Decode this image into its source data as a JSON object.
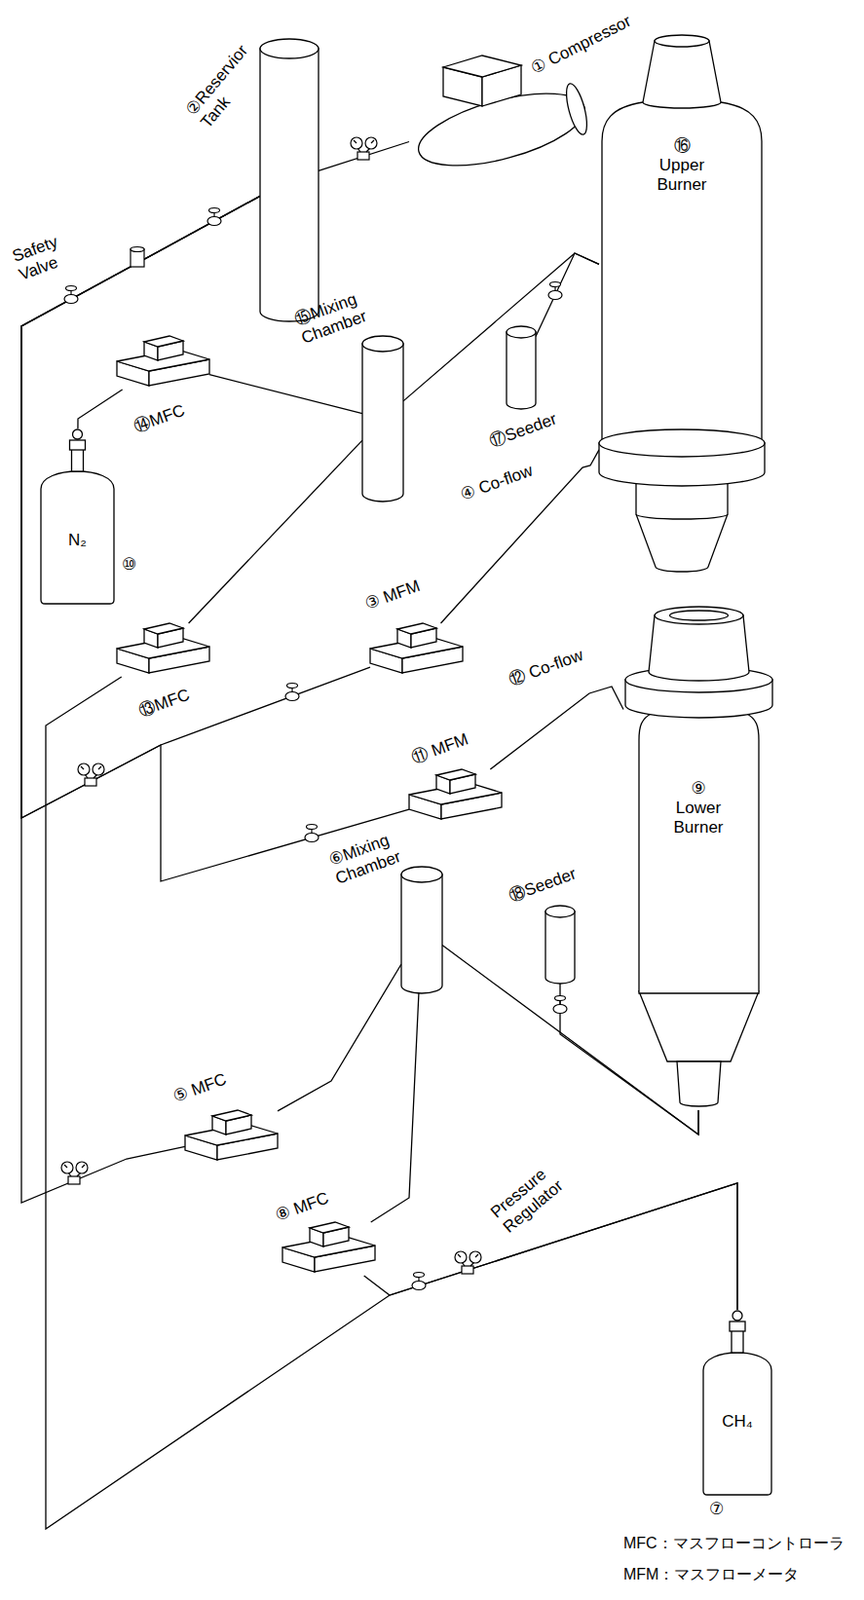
{
  "diagram": {
    "nodes": [
      {
        "text": [
          "① Compressor"
        ]
      },
      {
        "text": [
          "②Reservior Tank"
        ]
      },
      {
        "text": [
          "⑮Mixing Chamber"
        ]
      },
      {
        "text": [
          "⑯ Upper Burner"
        ]
      },
      {
        "text": [
          "⑭MFC"
        ]
      },
      {
        "text": [
          "⑰Seeder"
        ]
      },
      {
        "text": [
          "N₂",
          "⑩"
        ]
      },
      {
        "text": [
          "⑬MFC"
        ]
      },
      {
        "text": [
          "③ MFM"
        ]
      },
      {
        "text": [
          "⑪ MFM"
        ]
      },
      {
        "text": [
          "⑨ Lower Burner"
        ]
      },
      {
        "text": [
          "⑥Mixing Chamber"
        ]
      },
      {
        "text": [
          "⑱Seeder"
        ]
      },
      {
        "text": [
          "⑤ MFC"
        ]
      },
      {
        "text": [
          "⑧ MFC"
        ]
      },
      {
        "text": [
          "CH₄",
          "⑦"
        ]
      }
    ],
    "edges": [
      {
        "from": 0,
        "to": 1,
        "arrow": "none"
      },
      {
        "from": 1,
        "to": 8,
        "arrow": "none"
      },
      {
        "from": 1,
        "to": 9,
        "arrow": "none"
      },
      {
        "from": 1,
        "to": 13,
        "arrow": "none"
      },
      {
        "from": 6,
        "to": 4,
        "arrow": "none"
      },
      {
        "from": 4,
        "to": 2,
        "arrow": "none"
      },
      {
        "from": 7,
        "to": 2,
        "arrow": "none"
      },
      {
        "from": 2,
        "to": 3,
        "arrow": "none"
      },
      {
        "from": 5,
        "to": 3,
        "arrow": "none"
      },
      {
        "from": 8,
        "to": 3,
        "arrow": "none"
      },
      {
        "from": 9,
        "to": 10,
        "arrow": "none"
      },
      {
        "from": 13,
        "to": 11,
        "arrow": "none"
      },
      {
        "from": 14,
        "to": 11,
        "arrow": "none"
      },
      {
        "from": 11,
        "to": 10,
        "arrow": "none"
      },
      {
        "from": 12,
        "to": 10,
        "arrow": "none"
      },
      {
        "from": 15,
        "to": 14,
        "arrow": "none"
      },
      {
        "from": 15,
        "to": 7,
        "arrow": "none"
      }
    ],
    "labels": [
      "Safety Valve",
      "④ Co-flow",
      "⑫ Co-flow",
      "Pressure Regulator",
      "MFC：マスフローコントローラ",
      "MFM：マスフローメータ"
    ]
  }
}
